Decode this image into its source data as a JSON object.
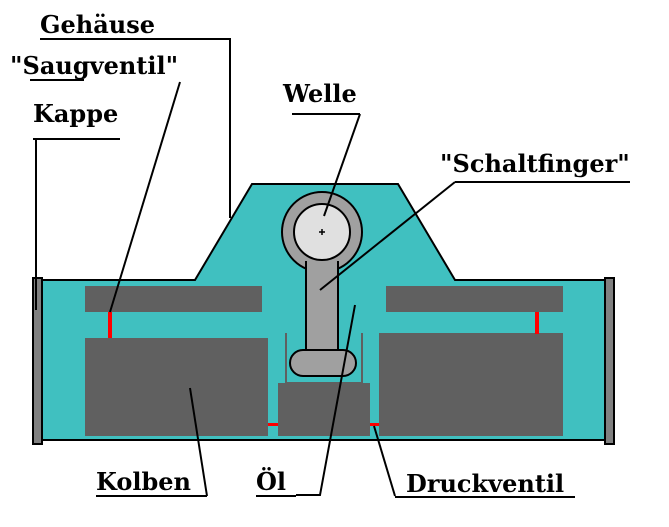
{
  "labels": {
    "gehaeuse": "Gehäuse",
    "saugventil": "\"Saugventil\"",
    "kappe": "Kappe",
    "welle": "Welle",
    "schaltfinger": "\"Schaltfinger\"",
    "kolben": "Kolben",
    "oel": "Öl",
    "druckventil": "Druckventil"
  },
  "colors": {
    "housing": "#40c0c0",
    "piston": "#606060",
    "cap": "#808080",
    "shaft": "#a0a0a0",
    "shaft_inner": "#e0e0e0",
    "valve": "#ff0000",
    "outline": "#000000"
  }
}
